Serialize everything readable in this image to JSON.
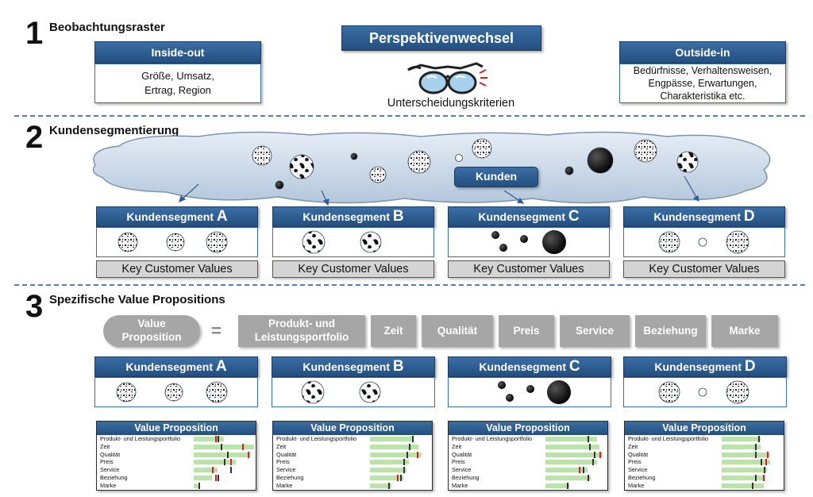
{
  "sections": [
    {
      "number": "1",
      "title": "Beobachtungsraster"
    },
    {
      "number": "2",
      "title": "Kundensegmentierung"
    },
    {
      "number": "3",
      "title": "Spezifische Value Propositions"
    }
  ],
  "section1": {
    "center_title": "Perspektivenwechsel",
    "center_caption": "Unterscheidungskriterien",
    "inside_out": {
      "title": "Inside-out",
      "line1": "Größe, Umsatz,",
      "line2": "Ertrag, Region"
    },
    "outside_in": {
      "title": "Outside-in",
      "line1": "Bedürfnisse, Verhaltensweisen,",
      "line2": "Engpässe, Erwartungen,",
      "line3": "Charakteristika etc."
    }
  },
  "section2": {
    "cloud_label": "Kunden",
    "segment_prefix": "Kundensegment",
    "segments": [
      {
        "letter": "A",
        "kcv": "Key Customer Values"
      },
      {
        "letter": "B",
        "kcv": "Key Customer Values"
      },
      {
        "letter": "C",
        "kcv": "Key Customer Values"
      },
      {
        "letter": "D",
        "kcv": "Key Customer Values"
      }
    ]
  },
  "section3": {
    "value_prop_label_line1": "Value",
    "value_prop_label_line2": "Proposition",
    "equals": "=",
    "components": [
      {
        "line1": "Produkt- und",
        "line2": "Leistungsportfolio"
      },
      {
        "line1": "Zeit",
        "line2": ""
      },
      {
        "line1": "Qualität",
        "line2": ""
      },
      {
        "line1": "Preis",
        "line2": ""
      },
      {
        "line1": "Service",
        "line2": ""
      },
      {
        "line1": "Beziehung",
        "line2": ""
      },
      {
        "line1": "Marke",
        "line2": ""
      }
    ],
    "segment_prefix": "Kundensegment",
    "segment_letters": [
      "A",
      "B",
      "C",
      "D"
    ],
    "vp_title": "Value Proposition",
    "vp_rows": [
      "Produkt- und Leistungsportfolio",
      "Zeit",
      "Qualität",
      "Preis",
      "Service",
      "Beziehung",
      "Marke"
    ]
  },
  "colors": {
    "accent_blue": "#2d5f93",
    "bar_green": "#b9e3a8",
    "marker_red": "#d62020",
    "marker_dark": "#333333",
    "grey_pill": "#a6a6a6"
  },
  "chart_data": [
    {
      "type": "bar",
      "title": "Value Proposition",
      "categories": [
        "Produkt- und Leistungsportfolio",
        "Zeit",
        "Qualität",
        "Preis",
        "Service",
        "Beziehung",
        "Marke"
      ],
      "values": [
        0.5,
        1.0,
        0.95,
        0.7,
        0.4,
        0.3,
        0.1
      ],
      "red_marker": [
        0.35,
        0.8,
        0.9,
        0.6,
        0.3,
        0.35,
        null
      ],
      "dark_marker": [
        0.4,
        0.45,
        0.55,
        0.5,
        0.6,
        0.4,
        0.08
      ]
    },
    {
      "type": "bar",
      "title": "Value Proposition",
      "categories": [
        "Produkt- und Leistungsportfolio",
        "Zeit",
        "Qualität",
        "Preis",
        "Service",
        "Beziehung",
        "Marke"
      ],
      "values": [
        0.7,
        0.8,
        0.85,
        0.65,
        0.6,
        0.55,
        0.35
      ],
      "red_marker": [
        null,
        null,
        0.78,
        null,
        null,
        0.45,
        null
      ],
      "dark_marker": [
        0.7,
        0.65,
        0.6,
        0.55,
        0.55,
        0.5,
        0.3
      ]
    },
    {
      "type": "bar",
      "title": "Value Proposition",
      "categories": [
        "Produkt- und Leistungsportfolio",
        "Zeit",
        "Qualität",
        "Preis",
        "Service",
        "Beziehung",
        "Marke"
      ],
      "values": [
        0.85,
        0.9,
        0.95,
        0.85,
        0.7,
        0.75,
        0.4
      ],
      "red_marker": [
        null,
        null,
        0.9,
        null,
        0.55,
        null,
        null
      ],
      "dark_marker": [
        0.7,
        0.72,
        0.8,
        0.78,
        0.62,
        0.7,
        0.35
      ]
    },
    {
      "type": "bar",
      "title": "Value Proposition",
      "categories": [
        "Produkt- und Leistungsportfolio",
        "Zeit",
        "Qualität",
        "Preis",
        "Service",
        "Beziehung",
        "Marke"
      ],
      "values": [
        0.65,
        0.65,
        0.8,
        0.8,
        0.75,
        0.7,
        0.7
      ],
      "red_marker": [
        null,
        null,
        0.75,
        0.72,
        null,
        0.68,
        null
      ],
      "dark_marker": [
        0.6,
        0.55,
        0.55,
        0.65,
        0.7,
        0.55,
        0.5
      ]
    }
  ]
}
